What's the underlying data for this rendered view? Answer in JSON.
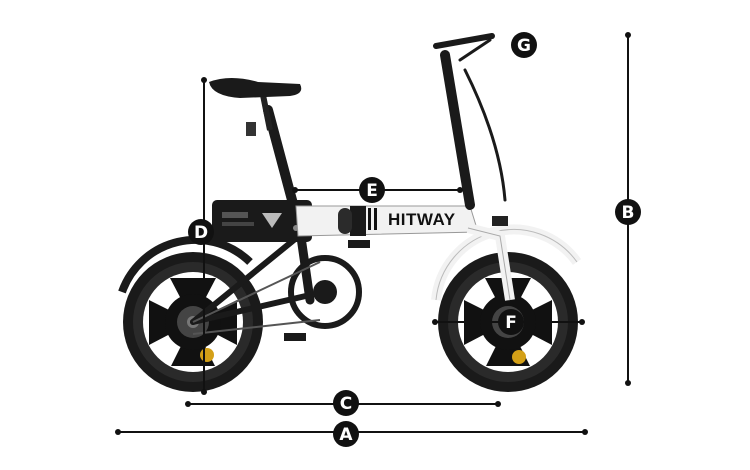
{
  "product": {
    "brand": "HITWAY",
    "frame_color": "#f2f2f2",
    "rear_color": "#1a1a1a",
    "accent_color": "#d4a017"
  },
  "dimension_labels": {
    "a": "A",
    "b": "B",
    "c": "C",
    "d": "D",
    "e": "E",
    "f": "F",
    "g": "G"
  }
}
